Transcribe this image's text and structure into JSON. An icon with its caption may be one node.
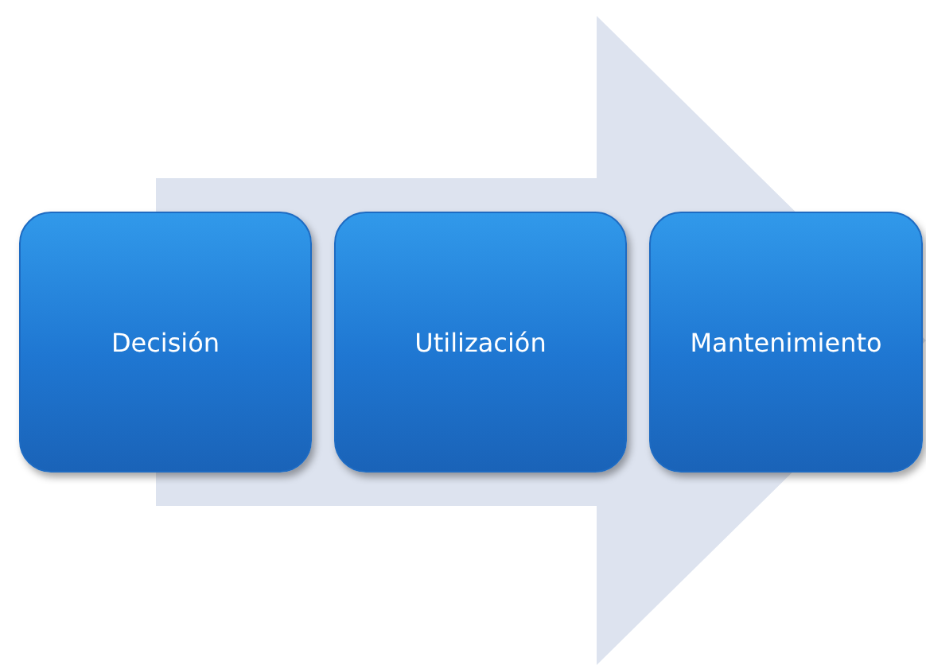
{
  "diagram": {
    "nodes": [
      {
        "text": [
          "Decisión"
        ]
      },
      {
        "text": [
          "Utilización"
        ]
      },
      {
        "text": [
          "Mantenimiento"
        ]
      }
    ],
    "edges": [
      {
        "from": 0,
        "to": 2,
        "arrow": "to",
        "style": "thick"
      }
    ]
  }
}
